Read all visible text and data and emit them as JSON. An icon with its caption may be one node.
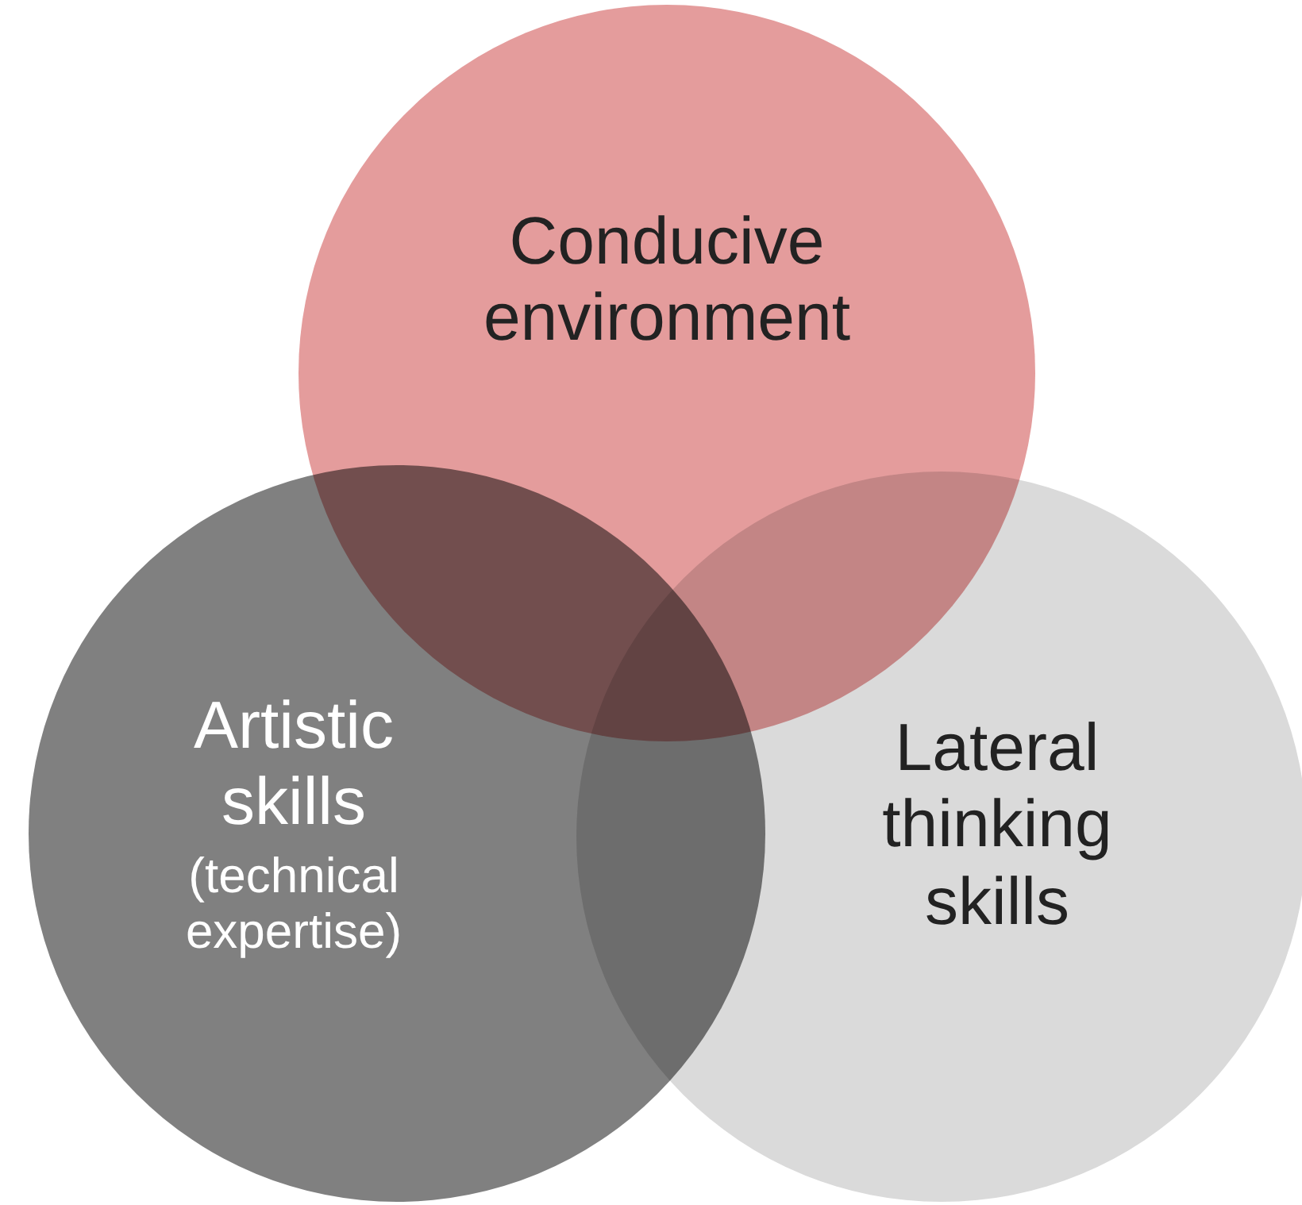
{
  "diagram": {
    "nodes": [
      {
        "text": [
          "Conducive environment"
        ]
      },
      {
        "text": [
          "Artistic skills",
          "(technical expertise)"
        ]
      },
      {
        "text": [
          "Lateral thinking skills"
        ]
      }
    ]
  }
}
